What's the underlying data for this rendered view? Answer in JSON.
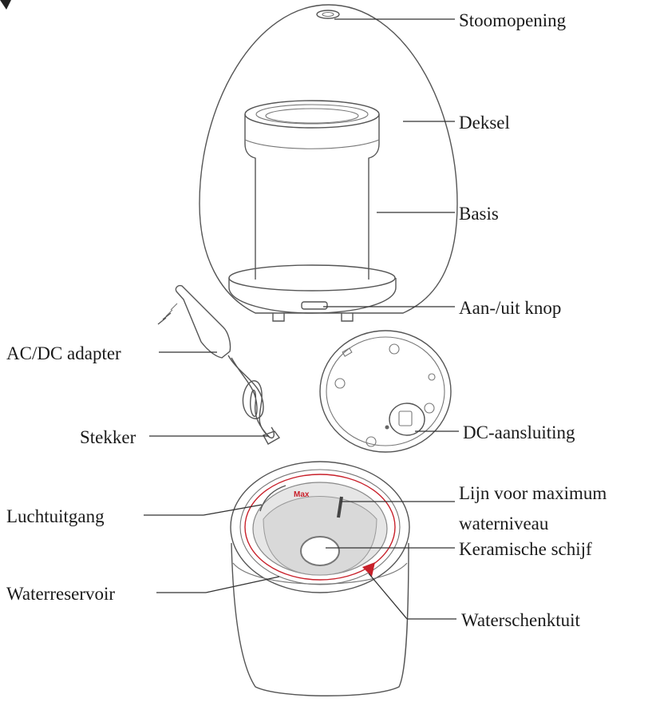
{
  "labels": {
    "steam_outlet": "Stoomopening",
    "cover": "Deksel",
    "base": "Basis",
    "power_button": "Aan-/uit knop",
    "adapter": "AC/DC adapter",
    "plug": "Stekker",
    "dc_socket": "DC-aansluiting",
    "air_outlet": "Luchtuitgang",
    "max_line_1": "Lijn voor maximum",
    "max_line_2": "waterniveau",
    "water_tank": "Waterreservoir",
    "ceramic_disc": "Keramische schijf",
    "pour_spout": "Waterschenktuit",
    "max_mark": "Max"
  },
  "colors": {
    "line": "#555555",
    "accent_red": "#c8202a",
    "tank_grey": "#d9d9d9"
  }
}
